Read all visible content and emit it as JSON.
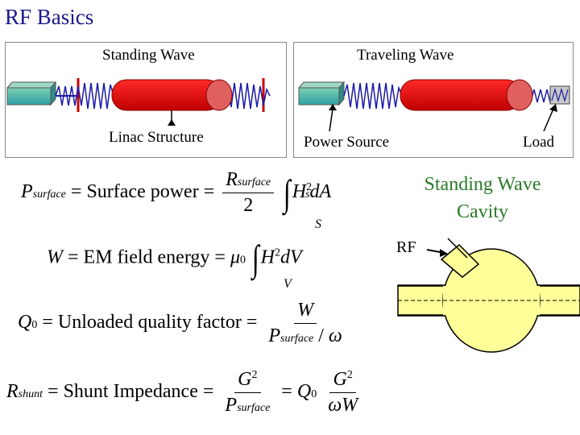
{
  "title": "RF Basics",
  "standing_wave_panel": {
    "title": "Standing Wave",
    "structure_label": "Linac Structure"
  },
  "traveling_wave_panel": {
    "title": "Traveling Wave",
    "source_label": "Power Source",
    "load_label": "Load"
  },
  "equations": {
    "p_surface": {
      "symbol": "P",
      "symbol_sub": "surface",
      "label": "Surface power",
      "numerator": "R",
      "numerator_sub": "surface",
      "denominator": "2",
      "integrand": "H",
      "integrand_sub": "s",
      "integrand_sup": "2",
      "differential": "dA",
      "limit": "S"
    },
    "w": {
      "symbol": "W",
      "label": "EM field energy",
      "coef": "μ",
      "coef_sub": "0",
      "integrand": "H",
      "integrand_sup": "2",
      "differential": "dV",
      "limit": "V"
    },
    "q0": {
      "symbol": "Q",
      "symbol_sub": "0",
      "label": "Unloaded quality factor",
      "numerator": "W",
      "denominator": "P",
      "denominator_sub": "surface",
      "omega": "ω"
    },
    "r_shunt": {
      "symbol": "R",
      "symbol_sub": "shunt",
      "label": "Shunt Impedance",
      "num1": "G",
      "num1_sup": "2",
      "den1": "P",
      "den1_sub": "surface",
      "q": "Q",
      "q_sub": "0",
      "num2": "G",
      "num2_sup": "2",
      "den2": "ωW"
    }
  },
  "cavity": {
    "title_line1": "Standing Wave",
    "title_line2": "Cavity",
    "rf_label": "RF"
  },
  "colors": {
    "title": "#1a1a8a",
    "cavity_title": "#2a7a2a",
    "pipe_red": "#e00000",
    "cavity_fill": "#ffff99",
    "spring_blue": "#1a1aa8",
    "box_teal": "#3aa7a0"
  }
}
